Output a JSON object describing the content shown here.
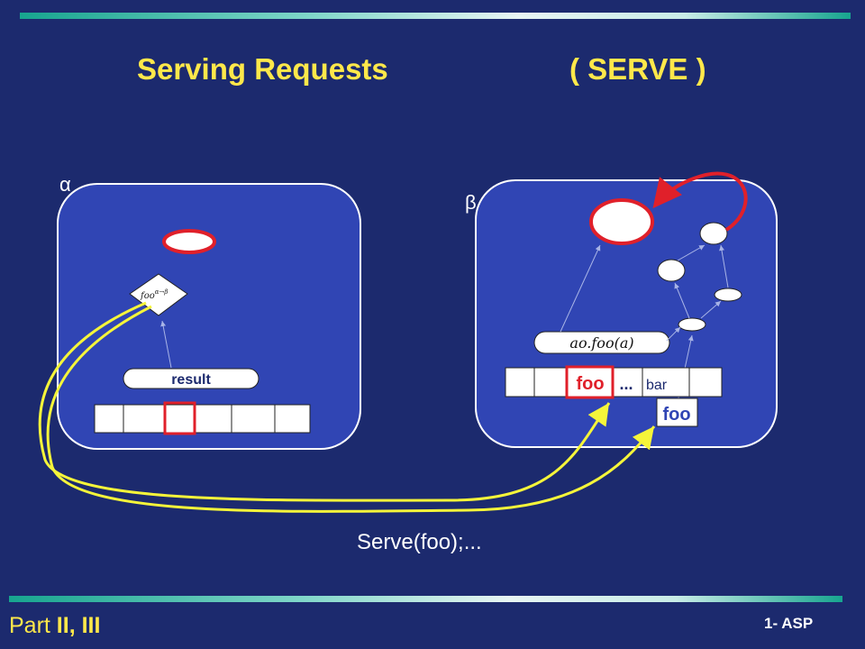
{
  "title": {
    "main": "Serving Requests",
    "tag": "( SERVE )"
  },
  "alpha": {
    "label": "α",
    "future_label": "foo",
    "future_superscript": "α→β",
    "result_label": "result"
  },
  "beta": {
    "label": "β",
    "queue": {
      "cell_foo": "foo",
      "cell_dots": "...",
      "cell_bar": "bar"
    },
    "served_label": "foo",
    "method_call": "ao.foo(a)"
  },
  "caption": "Serve(foo);...",
  "footer": {
    "part_prefix": "Part ",
    "part_numbers": "II, III",
    "section": "1- ASP"
  },
  "colors": {
    "background": "#1c2a6e",
    "title": "#ffe84a",
    "red": "#e0202a",
    "yellow": "#f5f53a"
  }
}
